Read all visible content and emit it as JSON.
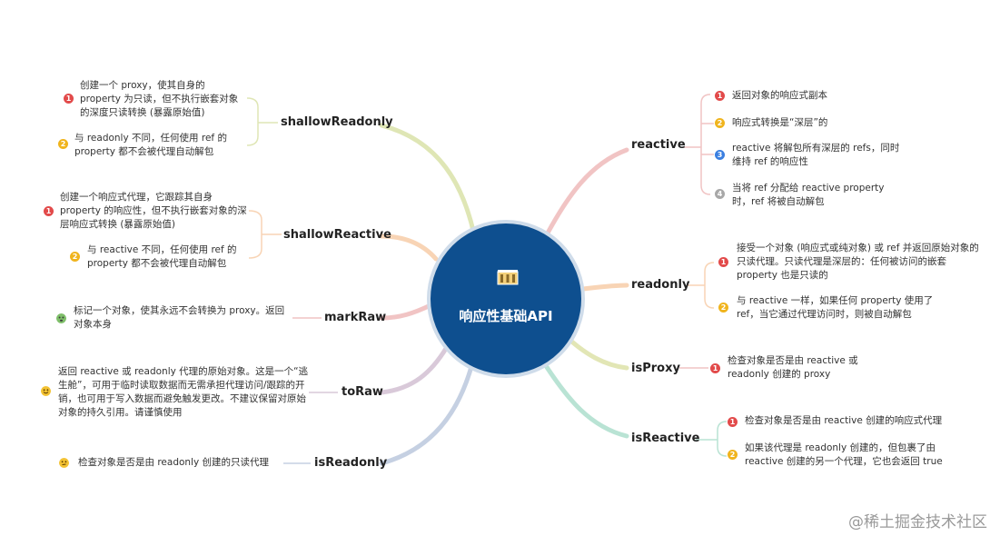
{
  "center": {
    "title": "响应性基础API",
    "icon": "building-icon"
  },
  "colors": {
    "center": "#0e4f8f",
    "badge_red": "#e24a4a",
    "badge_yellow": "#f0b41d",
    "badge_blue": "#3b7fe0",
    "badge_gray": "#a8a8a8"
  },
  "branches": {
    "reactive": {
      "label": "reactive",
      "items": [
        {
          "num": "1",
          "text": "返回对象的响应式副本"
        },
        {
          "num": "2",
          "text": "响应式转换是“深层”的"
        },
        {
          "num": "3",
          "text": "reactive 将解包所有深层的 refs，同时维持 ref 的响应性"
        },
        {
          "num": "4",
          "text": "当将 ref 分配给 reactive property 时，ref 将被自动解包"
        }
      ]
    },
    "readonly": {
      "label": "readonly",
      "items": [
        {
          "num": "1",
          "text": "接受一个对象 (响应式或纯对象) 或 ref 并返回原始对象的只读代理。只读代理是深层的：任何被访问的嵌套 property 也是只读的"
        },
        {
          "num": "2",
          "text": "与 reactive 一样，如果任何 property 使用了 ref，当它通过代理访问时，则被自动解包"
        }
      ]
    },
    "isProxy": {
      "label": "isProxy",
      "items": [
        {
          "num": "1",
          "text": "检查对象是否是由 reactive 或 readonly 创建的 proxy"
        }
      ]
    },
    "isReactive": {
      "label": "isReactive",
      "items": [
        {
          "num": "1",
          "text": "检查对象是否是由 reactive 创建的响应式代理"
        },
        {
          "num": "2",
          "text": "如果该代理是 readonly 创建的，但包裹了由 reactive 创建的另一个代理，它也会返回 true"
        }
      ]
    },
    "shallowReadonly": {
      "label": "shallowReadonly",
      "items": [
        {
          "num": "1",
          "text": "创建一个 proxy，使其自身的 property 为只读，但不执行嵌套对象的深度只读转换 (暴露原始值)"
        },
        {
          "num": "2",
          "text": "与 readonly 不同，任何使用 ref 的 property 都不会被代理自动解包"
        }
      ]
    },
    "shallowReactive": {
      "label": "shallowReactive",
      "items": [
        {
          "num": "1",
          "text": "创建一个响应式代理，它跟踪其自身 property 的响应性，但不执行嵌套对象的深层响应式转换 (暴露原始值)"
        },
        {
          "num": "2",
          "text": "与 reactive 不同，任何使用 ref 的 property 都不会被代理自动解包"
        }
      ]
    },
    "markRaw": {
      "label": "markRaw",
      "items": [
        {
          "icon": "dizzy-face-icon",
          "text": "标记一个对象，使其永远不会转换为 proxy。返回对象本身"
        }
      ]
    },
    "toRaw": {
      "label": "toRaw",
      "items": [
        {
          "icon": "smile-face-icon",
          "text": "返回 reactive 或 readonly 代理的原始对象。这是一个“逃生舱”，可用于临时读取数据而无需承担代理访问/跟踪的开销，也可用于写入数据而避免触发更改。不建议保留对原始对象的持久引用。请谨慎使用"
        }
      ]
    },
    "isReadonly": {
      "label": "isReadonly",
      "items": [
        {
          "icon": "thinking-face-icon",
          "text": "检查对象是否是由 readonly 创建的只读代理"
        }
      ]
    }
  },
  "watermark": "@稀土掘金技术社区"
}
